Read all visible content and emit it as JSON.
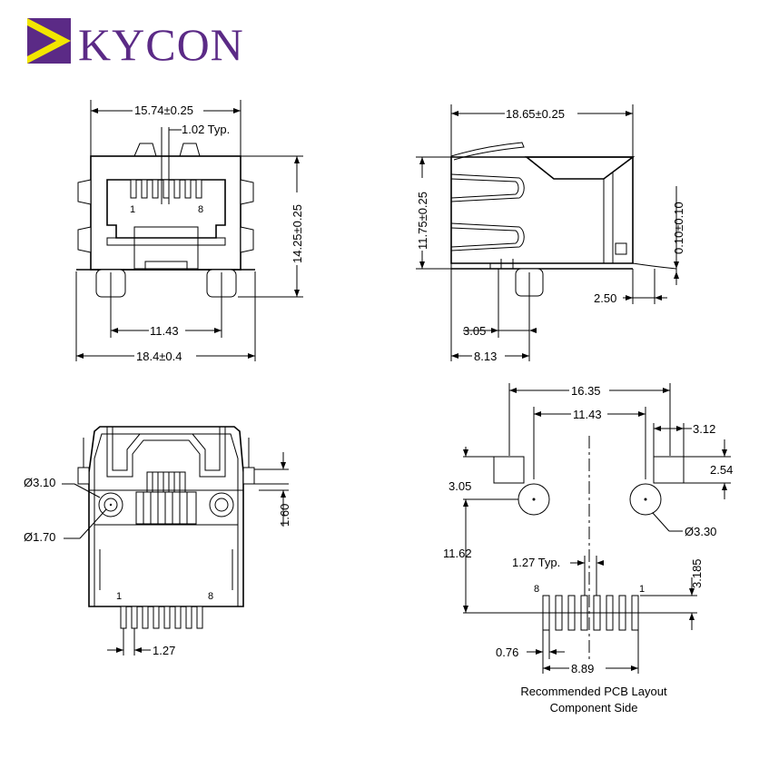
{
  "brand": {
    "name": "KYCON",
    "colors": {
      "purple": "#5b2a86",
      "yellow": "#f2e600"
    }
  },
  "front_view": {
    "width_dim": "15.74±0.25",
    "pin_pitch_typ": "1.02 Typ.",
    "height_dim": "14.25±0.25",
    "post_spacing": "11.43",
    "overall_width": "18.4±0.4",
    "pin1_label": "1",
    "pin8_label": "8"
  },
  "side_view": {
    "length_dim": "18.65±0.25",
    "height_dim": "11.75±0.25",
    "tab_thickness": "0.10±0.10",
    "tab_length": "2.50",
    "post_offset": "3.05",
    "post_to_rear": "8.13"
  },
  "bottom_view": {
    "hole_large": "Ø3.10",
    "hole_small": "Ø1.70",
    "vertical_offset": "1.60",
    "pin_pitch": "1.27",
    "pin1_label": "1",
    "pin8_label": "8"
  },
  "pcb_layout": {
    "pad_spacing_outer": "16.35",
    "post_spacing": "11.43",
    "pad_width": "3.12",
    "pad_height": "2.54",
    "pad_offset_y": "3.05",
    "hole_dia": "Ø3.30",
    "row_offset": "11.62",
    "pitch_typ": "1.27 Typ.",
    "row_offset_pins": "3.185",
    "pin_dia": "0.76",
    "pin_span": "8.89",
    "pin8_label": "8",
    "pin1_label": "1",
    "caption_line1": "Recommended PCB Layout",
    "caption_line2": "Component Side"
  }
}
